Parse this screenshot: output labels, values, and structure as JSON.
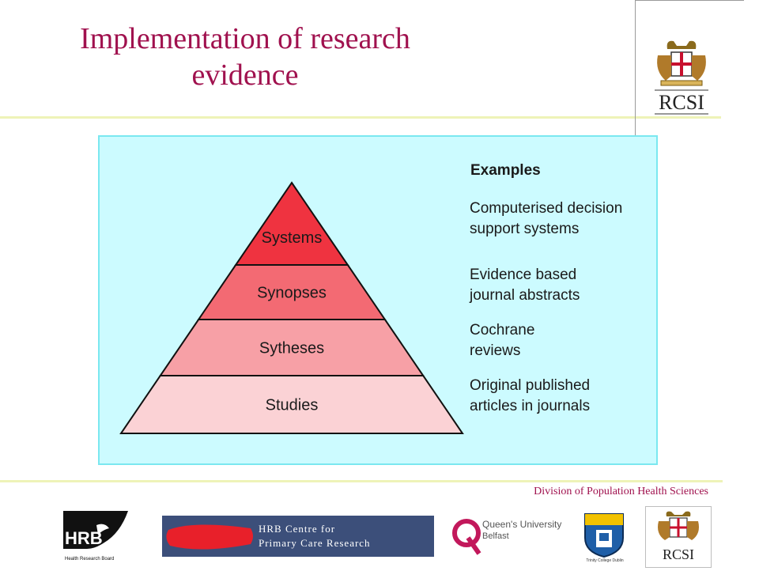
{
  "slide": {
    "title": "Implementation of research evidence",
    "footer_text": "Division of Population Health Sciences"
  },
  "diagram": {
    "examples_heading": "Examples",
    "levels": [
      {
        "name": "Systems",
        "color": "#ef3340",
        "example_lines": [
          "Computerised decision",
          "support systems"
        ]
      },
      {
        "name": "Synopses",
        "color": "#f36a73",
        "example_lines": [
          "Evidence based",
          "journal abstracts"
        ]
      },
      {
        "name": "Sytheses",
        "color": "#f7a0a6",
        "example_lines": [
          "Cochrane",
          "reviews"
        ]
      },
      {
        "name": "Studies",
        "color": "#fbd2d5",
        "example_lines": [
          "Original published",
          "articles in journals"
        ]
      }
    ]
  },
  "logos": {
    "rcsi_header": "RCSI",
    "hrb": {
      "mark": "HRB",
      "subtitle": "Health Research Board"
    },
    "hrb_centre": {
      "line1": "HRB Centre for",
      "line2": "Primary Care Research"
    },
    "queens": {
      "line1": "Queen's University",
      "line2": "Belfast",
      "letter": "Q"
    },
    "tcd": {
      "caption": "Trinity College Dublin"
    },
    "rcsi_footer": "RCSI"
  },
  "colors": {
    "title": "#a0114e",
    "diagram_background": "#ccfbff",
    "diagram_border": "#7be8f0",
    "rule": "#eef3b8",
    "hrb_banner": "#3c4f7a",
    "hrb_banner_accent": "#e8202a"
  }
}
